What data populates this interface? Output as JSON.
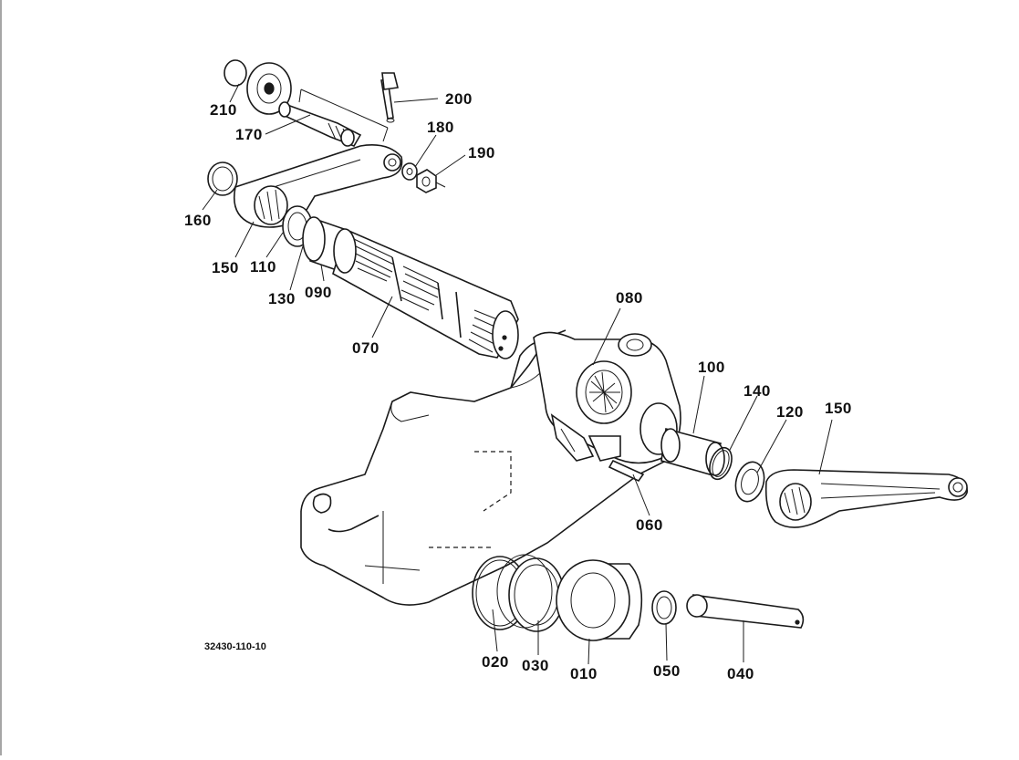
{
  "drawing_code": "32430-110-10",
  "parts": [
    {
      "id": "p210",
      "number": "210"
    },
    {
      "id": "p200",
      "number": "200"
    },
    {
      "id": "p170",
      "number": "170"
    },
    {
      "id": "p180",
      "number": "180"
    },
    {
      "id": "p190",
      "number": "190"
    },
    {
      "id": "p160",
      "number": "160"
    },
    {
      "id": "p150a",
      "number": "150"
    },
    {
      "id": "p110",
      "number": "110"
    },
    {
      "id": "p130",
      "number": "130"
    },
    {
      "id": "p090",
      "number": "090"
    },
    {
      "id": "p070",
      "number": "070"
    },
    {
      "id": "p080",
      "number": "080"
    },
    {
      "id": "p100",
      "number": "100"
    },
    {
      "id": "p140",
      "number": "140"
    },
    {
      "id": "p120",
      "number": "120"
    },
    {
      "id": "p150b",
      "number": "150"
    },
    {
      "id": "p060",
      "number": "060"
    },
    {
      "id": "p020",
      "number": "020"
    },
    {
      "id": "p030",
      "number": "030"
    },
    {
      "id": "p010",
      "number": "010"
    },
    {
      "id": "p050",
      "number": "050"
    },
    {
      "id": "p040",
      "number": "040"
    }
  ]
}
